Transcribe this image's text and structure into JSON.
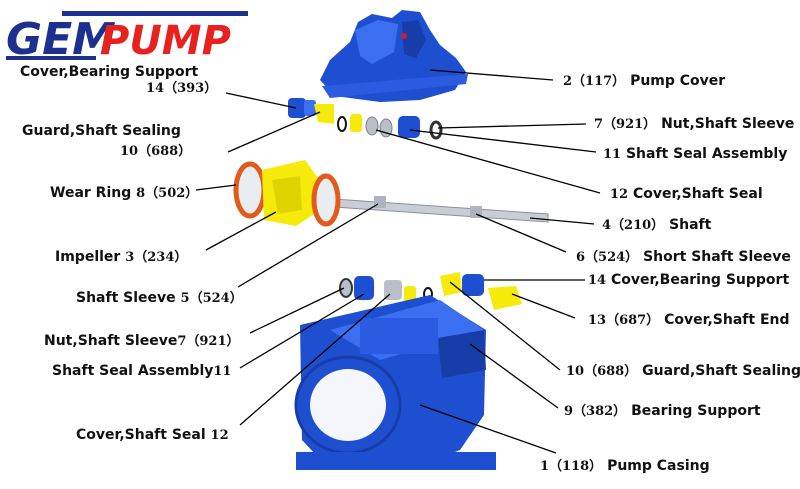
{
  "logo": {
    "text": "GEMPUMP",
    "blue": "#1d2f8f",
    "red": "#e8211e"
  },
  "colors": {
    "part_blue": "#1f4fd1",
    "part_yellow": "#f5ea0a",
    "part_gray": "#b9bfc8",
    "leader": "#000000",
    "white": "#f4f6fb"
  },
  "labels": [
    {
      "id": "pump-cover",
      "num": "2（117）",
      "name": "Pump Cover"
    },
    {
      "id": "bearing-cover-top",
      "num": "14（393）",
      "name": "Cover,Bearing Support"
    },
    {
      "id": "guard-shaft-sealing-top",
      "num": "10（688）",
      "name": "Guard,Shaft Sealing"
    },
    {
      "id": "nut-shaft-sleeve-top",
      "num": "7（921）",
      "name": "Nut,Shaft Sleeve"
    },
    {
      "id": "shaft-seal-assembly-top",
      "num": "11",
      "name": "Shaft Seal Assembly"
    },
    {
      "id": "wear-ring",
      "num": "8（502）",
      "name": "Wear Ring"
    },
    {
      "id": "cover-shaft-seal-top",
      "num": "12",
      "name": "Cover,Shaft Seal"
    },
    {
      "id": "shaft",
      "num": "4（210）",
      "name": "Shaft"
    },
    {
      "id": "impeller",
      "num": "3（234）",
      "name": "Impeller"
    },
    {
      "id": "short-shaft-sleeve",
      "num": "6（524）",
      "name": "Short Shaft Sleeve"
    },
    {
      "id": "bearing-cover-right",
      "num": "14",
      "name": "Cover,Bearing Support"
    },
    {
      "id": "shaft-sleeve",
      "num": "5（524）",
      "name": "Shaft Sleeve"
    },
    {
      "id": "cover-shaft-end",
      "num": "13（687）",
      "name": "Cover,Shaft End"
    },
    {
      "id": "nut-shaft-sleeve-bottom",
      "num": "7（921）",
      "name": "Nut,Shaft Sleeve"
    },
    {
      "id": "guard-shaft-sealing-bottom",
      "num": "10（688）",
      "name": "Guard,Shaft Sealing"
    },
    {
      "id": "shaft-seal-assembly-bottom",
      "num": "11",
      "name": "Shaft Seal Assembly"
    },
    {
      "id": "bearing-support",
      "num": "9（382）",
      "name": "Bearing Support"
    },
    {
      "id": "cover-shaft-seal-bottom",
      "num": "12",
      "name": "Cover,Shaft Seal"
    },
    {
      "id": "pump-casing",
      "num": "1（118）",
      "name": "Pump Casing"
    }
  ]
}
